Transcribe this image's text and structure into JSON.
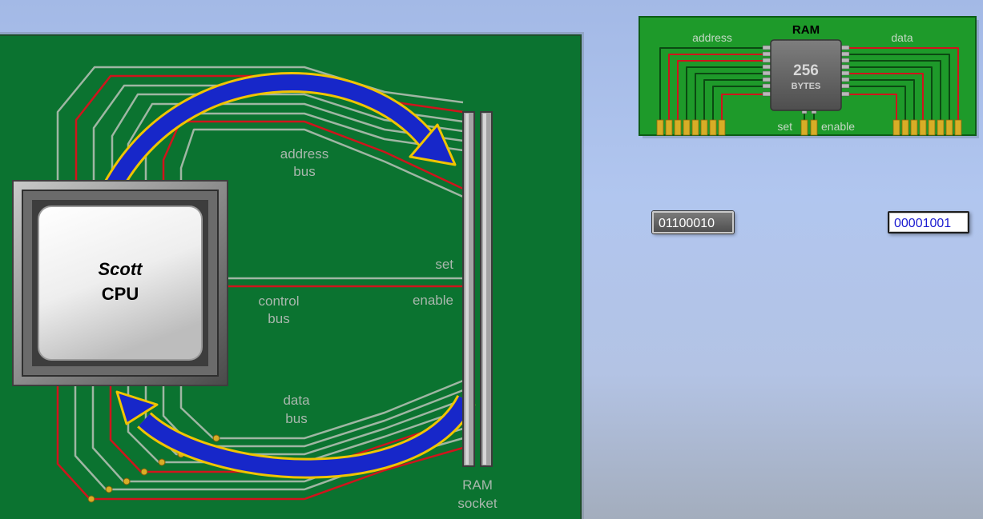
{
  "cpu": {
    "name_line1": "Scott",
    "name_line2": "CPU"
  },
  "board_labels": {
    "address_bus_line1": "address",
    "address_bus_line2": "bus",
    "control_bus_line1": "control",
    "control_bus_line2": "bus",
    "data_bus_line1": "data",
    "data_bus_line2": "bus",
    "set": "set",
    "enable": "enable",
    "ram_socket_line1": "RAM",
    "ram_socket_line2": "socket"
  },
  "ram_module": {
    "title": "RAM",
    "address_label": "address",
    "data_label": "data",
    "chip_size": "256",
    "chip_unit": "BYTES",
    "set_label": "set",
    "enable_label": "enable"
  },
  "registers": {
    "address_value": "01100010",
    "data_value": "00001001"
  },
  "colors": {
    "board_green": "#0b7330",
    "wire_red": "#d0141c",
    "wire_gray": "#9fb6a3",
    "arrow_blue": "#1727c9",
    "arrow_outline": "#f0c400",
    "pin_gold": "#d8ad26"
  }
}
